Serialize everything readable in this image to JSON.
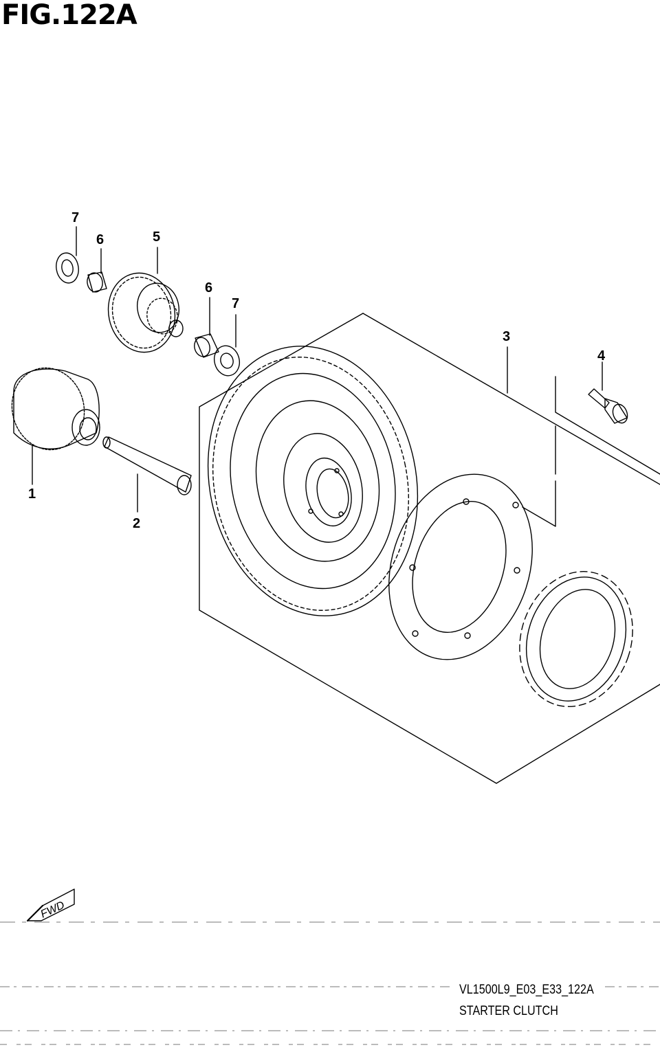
{
  "figure": {
    "title": "FIG.122A",
    "code": "VL1500L9_E03_E33_122A",
    "caption": "STARTER CLUTCH",
    "fwd_label": "FWD"
  },
  "callouts": [
    "7",
    "6",
    "5",
    "6",
    "7",
    "3",
    "4",
    "1",
    "2"
  ]
}
